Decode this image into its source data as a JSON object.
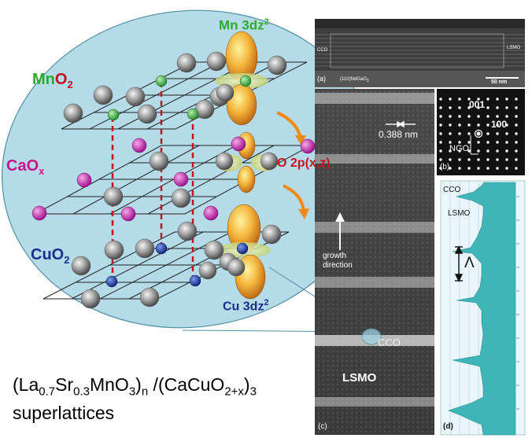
{
  "diagram": {
    "labels": {
      "mn_orbital": "Mn 3dz",
      "mn_orbital_sup": "2",
      "mno2_a": "Mn",
      "mno2_b": "O",
      "mno2_sub": "2",
      "caox_a": "CaO",
      "caox_sub": "x",
      "o_orbital": "O 2p(x,z)",
      "cuo2_a": "CuO",
      "cuo2_sub": "2",
      "cu_orbital": "Cu 3dz",
      "cu_orbital_sup": "2"
    },
    "formula": {
      "p1": "(La",
      "s1": "0.7",
      "p2": "Sr",
      "s2": "0.3",
      "p3": "MnO",
      "s3": "3",
      "p4": ")",
      "s4": "n",
      "p5": " /(CaCuO",
      "s5": "2+x",
      "p6": ")",
      "s6": "3",
      "line2": "superlattices"
    },
    "colors": {
      "ellipse_fill": "#b5dbe8",
      "ellipse_stroke": "#4d8fa6",
      "mn_label": "#2eaa2e",
      "ca_label": "#c8148c",
      "cu_label": "#1a2f8a",
      "o_label": "#c0141e",
      "arrow": "#f08a12",
      "dashed_bond": "#c0141e",
      "profile_fill": "#3fb5b8"
    }
  },
  "panels": {
    "a": {
      "letter": "(a)",
      "cco": "CCO",
      "lsmo": "LSMO",
      "substrate": "(110)NdGaO",
      "substrate_sub": "3",
      "scale": "50 nm"
    },
    "b": {
      "letter": "(b)",
      "spot_001": "001",
      "spot_100": "100",
      "ngo": "NGO"
    },
    "c": {
      "letter": "(c)",
      "spacing": "0.388 nm",
      "growth_1": "growth",
      "growth_2": "direction",
      "cco": "CCO",
      "lsmo": "LSMO"
    },
    "d": {
      "letter": "(d)",
      "cco": "CCO",
      "lsmo": "LSMO",
      "lambda": "Λ"
    }
  }
}
